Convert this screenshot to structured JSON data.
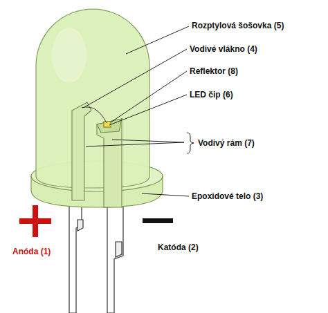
{
  "diagram": {
    "labels": [
      "Rozptylová šošovka (5)",
      "Vodivé vlákno (4)",
      "Reflektor (8)",
      "LED čip (6)",
      "Vodivý rám (7)",
      "Epoxidové telo (3)",
      "Anóda (1)",
      "Katóda (2)"
    ]
  }
}
